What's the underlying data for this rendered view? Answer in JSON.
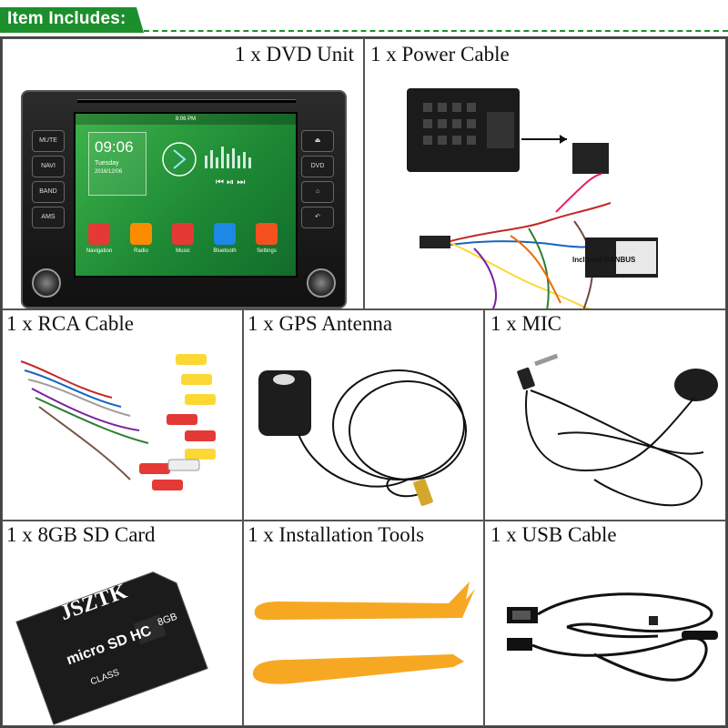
{
  "header": {
    "title": "Item Includes:"
  },
  "items": {
    "dvd_unit": "1 x DVD Unit",
    "power_cable": "1 x Power Cable",
    "rca_cable": "1 x RCA Cable",
    "gps_antenna": "1 x GPS Antenna",
    "mic": "1 x MIC",
    "sd_card": "1 x 8GB SD Card",
    "install_tools": "1 x Installation Tools",
    "usb_cable": "1 x USB Cable"
  },
  "dvd": {
    "buttons_left": [
      "MUTE",
      "NAVI",
      "BAND",
      "AMS"
    ],
    "buttons_right": [
      "DVD"
    ],
    "status_time": "8:06 PM",
    "clock": "09:06",
    "day": "Tuesday",
    "date": "2016/12/06",
    "apps": [
      "Navigation",
      "Radio",
      "Music",
      "Bluetooth",
      "Settings"
    ]
  },
  "power": {
    "canbus_label": "Included CANBUS"
  },
  "sd": {
    "brand": "JSZTK",
    "capacity": "8GB",
    "line1": "micro",
    "line2": "SD",
    "line3": "HC",
    "class_label": "CLASS"
  },
  "colors": {
    "header_green": "#1c8f2c",
    "screen_green": "#2fa043",
    "tool_orange": "#f7a823"
  }
}
